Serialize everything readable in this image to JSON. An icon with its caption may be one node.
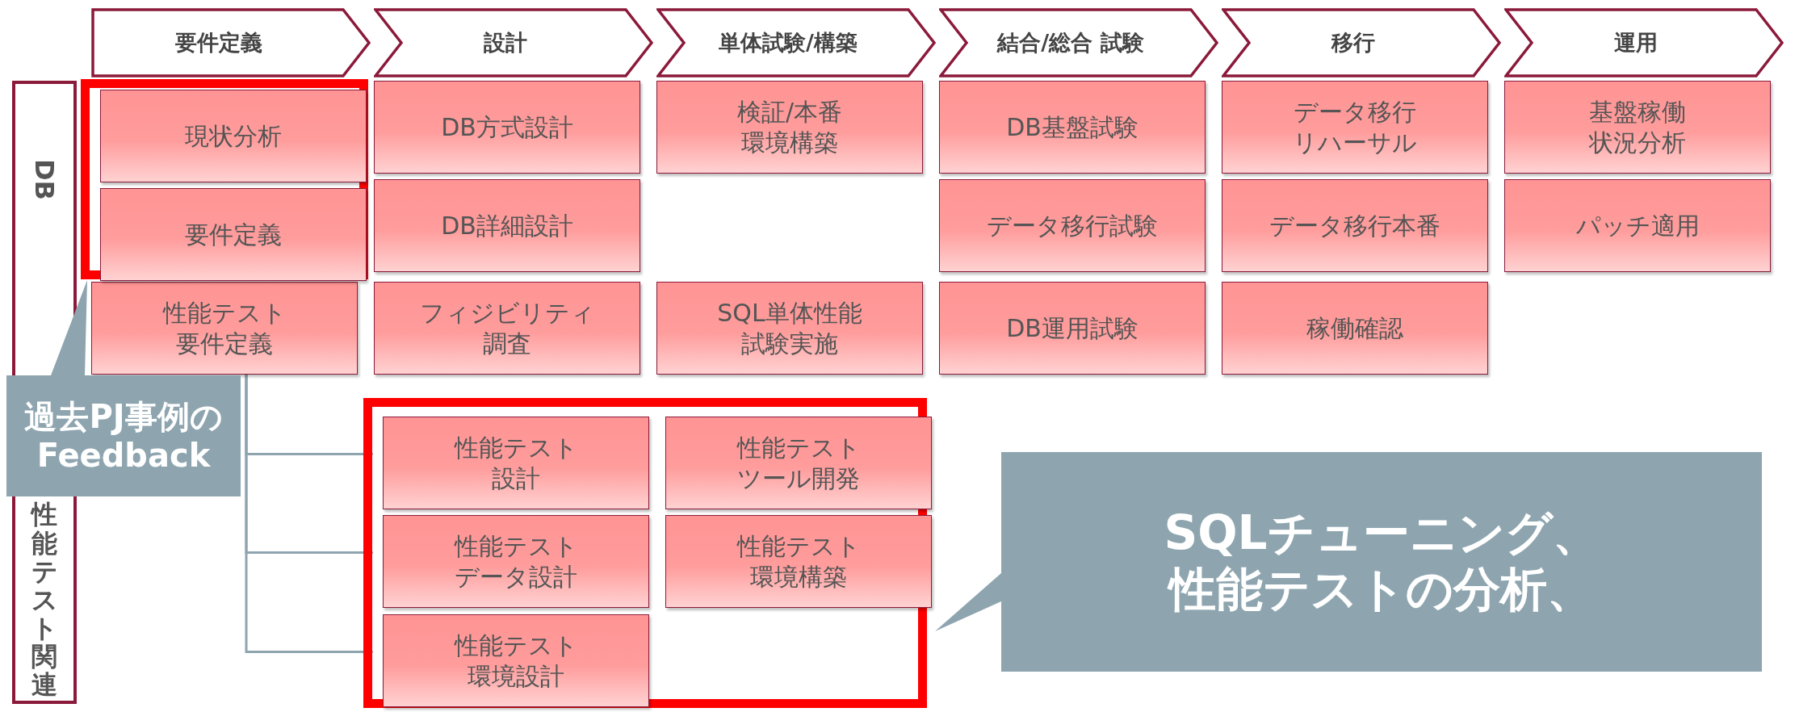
{
  "diagram": {
    "nodes": [
      {
        "text": [
          "要件定義"
        ]
      },
      {
        "text": [
          "設計"
        ]
      },
      {
        "text": [
          "単体試験/構築"
        ]
      },
      {
        "text": [
          "結合/総合 試験"
        ]
      },
      {
        "text": [
          "移行"
        ]
      },
      {
        "text": [
          "運用"
        ]
      },
      {
        "text": [
          "DB",
          "性能テスト関連"
        ]
      },
      {
        "text": [],
        "shape": "box"
      },
      {
        "text": [
          "現状分析"
        ],
        "in": 7
      },
      {
        "text": [
          "要件定義"
        ],
        "in": 7
      },
      {
        "text": [
          "性能テスト要件定義"
        ]
      },
      {
        "text": [
          "DB方式設計"
        ]
      },
      {
        "text": [
          "DB詳細設計"
        ]
      },
      {
        "text": [
          "フィジビリティ調査"
        ]
      },
      {
        "text": [
          "検証/本番環境構築"
        ]
      },
      {
        "text": [
          "SQL単体性能試験実施"
        ]
      },
      {
        "text": [
          "DB基盤試験"
        ]
      },
      {
        "text": [
          "データ移行試験"
        ]
      },
      {
        "text": [
          "DB運用試験"
        ]
      },
      {
        "text": [
          "データ移行リハーサル"
        ]
      },
      {
        "text": [
          "データ移行本番"
        ]
      },
      {
        "text": [
          "稼働確認"
        ]
      },
      {
        "text": [
          "基盤稼働状況分析"
        ]
      },
      {
        "text": [
          "パッチ適用"
        ]
      },
      {
        "text": [],
        "shape": "box"
      },
      {
        "text": [
          "性能テスト設計"
        ],
        "in": 24
      },
      {
        "text": [
          "性能テストツール開発"
        ],
        "in": 24
      },
      {
        "text": [
          "性能テストデータ設計"
        ],
        "in": 24
      },
      {
        "text": [
          "性能テスト環境構築"
        ],
        "in": 24
      },
      {
        "text": [
          "性能テスト環境設計"
        ],
        "in": 24
      },
      {
        "text": [
          "過去PJ事例のFeedback"
        ]
      },
      {
        "text": [
          "SQLチューニング、性能テストの分析、"
        ]
      }
    ],
    "edges": [
      {
        "from": 10,
        "to": 25,
        "arrow": "to"
      },
      {
        "from": 10,
        "to": 27,
        "arrow": "to"
      },
      {
        "from": 10,
        "to": 29,
        "arrow": "to"
      }
    ]
  }
}
